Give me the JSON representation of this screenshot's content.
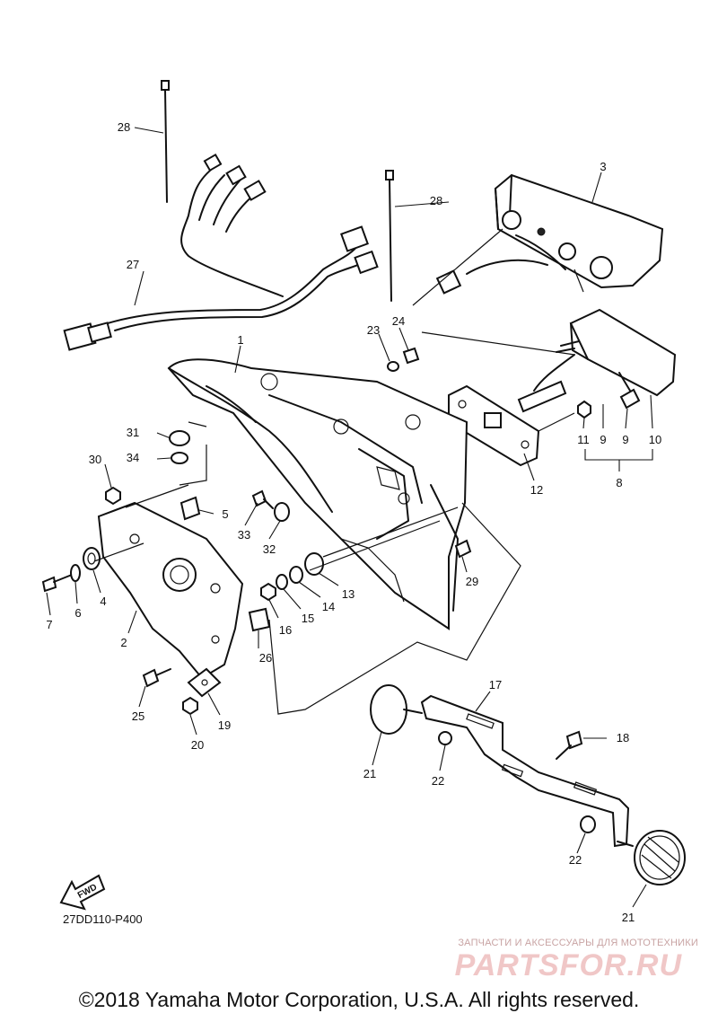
{
  "diagram": {
    "callouts": [
      {
        "id": "c1",
        "label": "1"
      },
      {
        "id": "c2",
        "label": "2"
      },
      {
        "id": "c3",
        "label": "3"
      },
      {
        "id": "c4",
        "label": "4"
      },
      {
        "id": "c5",
        "label": "5"
      },
      {
        "id": "c6",
        "label": "6"
      },
      {
        "id": "c7",
        "label": "7"
      },
      {
        "id": "c8",
        "label": "8"
      },
      {
        "id": "c9a",
        "label": "9"
      },
      {
        "id": "c9b",
        "label": "9"
      },
      {
        "id": "c10",
        "label": "10"
      },
      {
        "id": "c11",
        "label": "11"
      },
      {
        "id": "c12",
        "label": "12"
      },
      {
        "id": "c13",
        "label": "13"
      },
      {
        "id": "c14",
        "label": "14"
      },
      {
        "id": "c15",
        "label": "15"
      },
      {
        "id": "c16",
        "label": "16"
      },
      {
        "id": "c17",
        "label": "17"
      },
      {
        "id": "c18",
        "label": "18"
      },
      {
        "id": "c19",
        "label": "19"
      },
      {
        "id": "c20",
        "label": "20"
      },
      {
        "id": "c21a",
        "label": "21"
      },
      {
        "id": "c21b",
        "label": "21"
      },
      {
        "id": "c22a",
        "label": "22"
      },
      {
        "id": "c22b",
        "label": "22"
      },
      {
        "id": "c23",
        "label": "23"
      },
      {
        "id": "c24",
        "label": "24"
      },
      {
        "id": "c25",
        "label": "25"
      },
      {
        "id": "c26",
        "label": "26"
      },
      {
        "id": "c27",
        "label": "27"
      },
      {
        "id": "c28a",
        "label": "28"
      },
      {
        "id": "c28b",
        "label": "28"
      },
      {
        "id": "c29",
        "label": "29"
      },
      {
        "id": "c30",
        "label": "30"
      },
      {
        "id": "c31",
        "label": "31"
      },
      {
        "id": "c32",
        "label": "32"
      },
      {
        "id": "c33",
        "label": "33"
      },
      {
        "id": "c34",
        "label": "34"
      }
    ],
    "fwd_label": "FWD",
    "diagram_code": "27DD110-P400"
  },
  "watermark": {
    "tagline": "ЗАПЧАСТИ И АКСЕССУАРЫ ДЛЯ МОТОТЕХНИКИ",
    "logo": "PARTSFOR.RU"
  },
  "footer": {
    "copyright": "©2018 Yamaha Motor Corporation, U.S.A. All rights reserved."
  }
}
